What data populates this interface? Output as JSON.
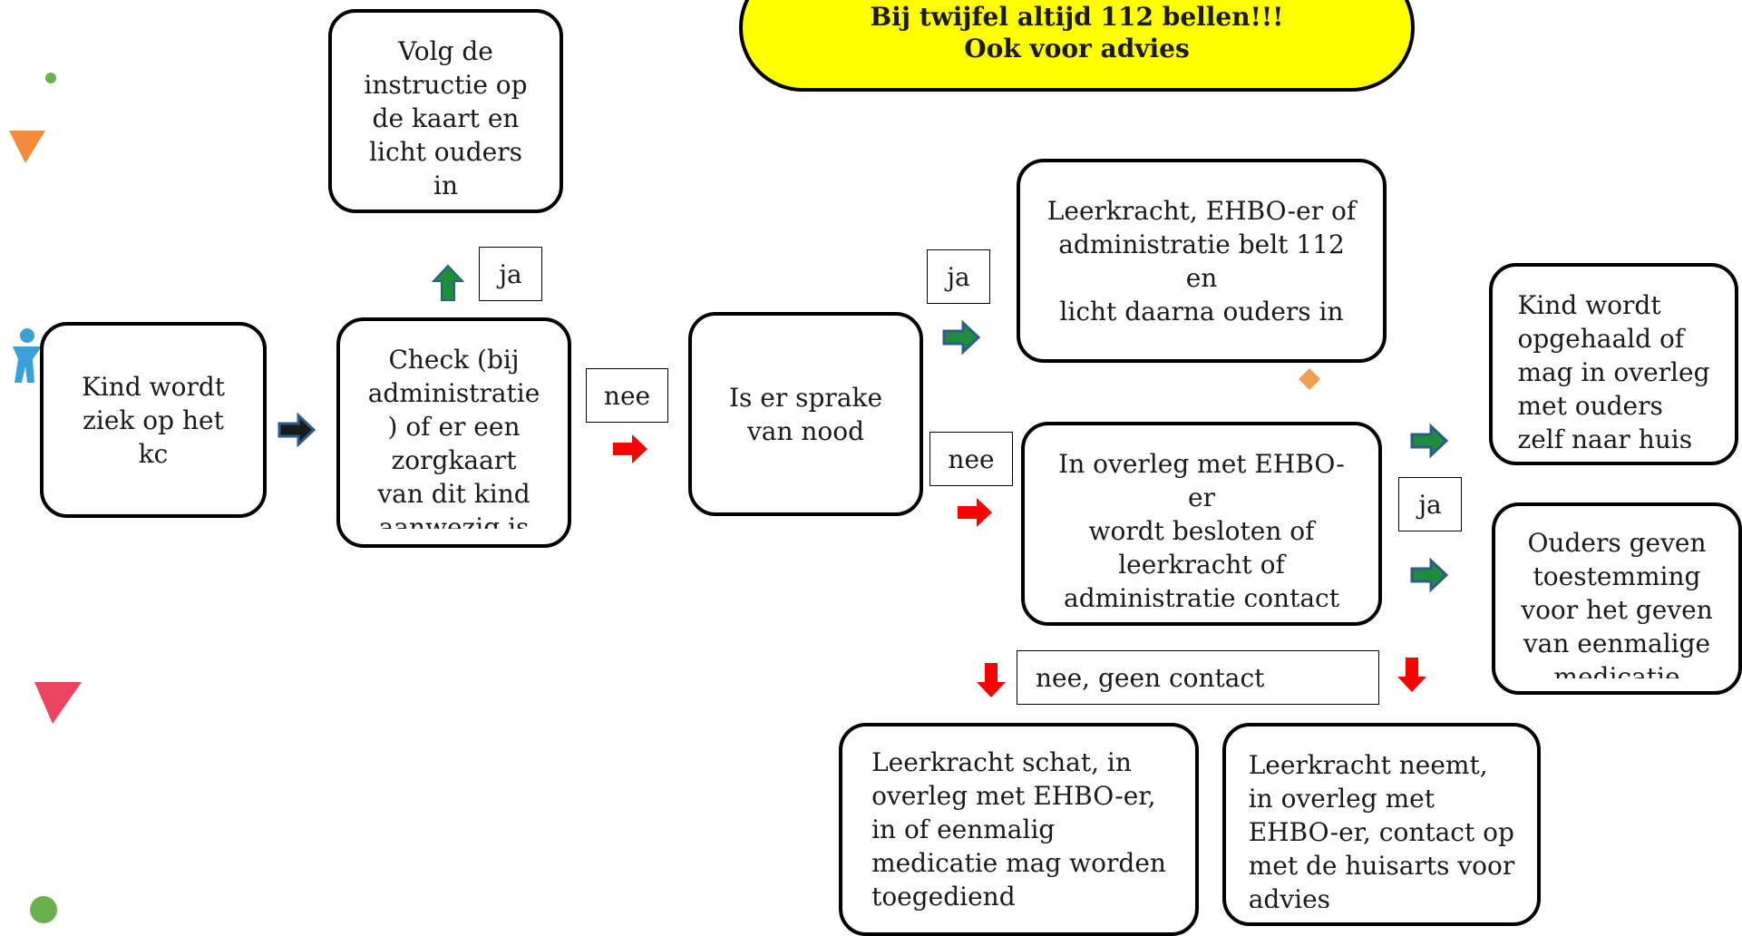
{
  "banner": {
    "line1": "Bij twijfel altijd 112 bellen!!!",
    "line2": "Ook voor advies"
  },
  "nodes": {
    "start": "Kind wordt\nziek op het\nkc",
    "check": "Check (bij\nadministratie\n) of er een\nzorgkaart\nvan dit kind\naanwezig is",
    "instruction": "Volg de\ninstructie op\nde kaart en\nlicht ouders\nin",
    "emergency_question": "Is er sprake\nvan nood",
    "call_112": "Leerkracht, EHBO-er of\nadministratie belt 112\nen\nlicht daarna ouders in",
    "consult": "In overleg met EHBO-er\nwordt besloten of\nleerkracht of\nadministratie contact\nopneemt met ouders",
    "pickup": "Kind wordt\nopgehaald of\nmag in overleg\nmet ouders\nzelf naar huis",
    "permission": "Ouders geven\ntoestemming\nvoor het geven\nvan eenmalige\nmedicatie",
    "teacher_assess": "Leerkracht schat, in\noverleg met EHBO-er,\nin of eenmalig\nmedicatie mag worden\ntoegediend",
    "teacher_gp": "Leerkracht neemt,\nin overleg met\nEHBO-er, contact op\nmet de huisarts voor\nadvies"
  },
  "labels": {
    "ja_up": "ja",
    "nee_1": "nee",
    "ja_2": "ja",
    "nee_2": "nee",
    "ja_3": "ja",
    "nee_contact": "nee, geen contact"
  },
  "colors": {
    "banner": "#ffff00",
    "arrow_blue": "#2e5c8a",
    "arrow_green": "#1e8c3a",
    "arrow_red": "#ff0000",
    "deco_orange": "#f28c3c",
    "deco_pink": "#e94560",
    "deco_green": "#6ab04c",
    "deco_blue": "#3aa0d8"
  },
  "icons": [
    "figure-icon",
    "triangle-icon",
    "dot-icon",
    "diamond-icon"
  ]
}
